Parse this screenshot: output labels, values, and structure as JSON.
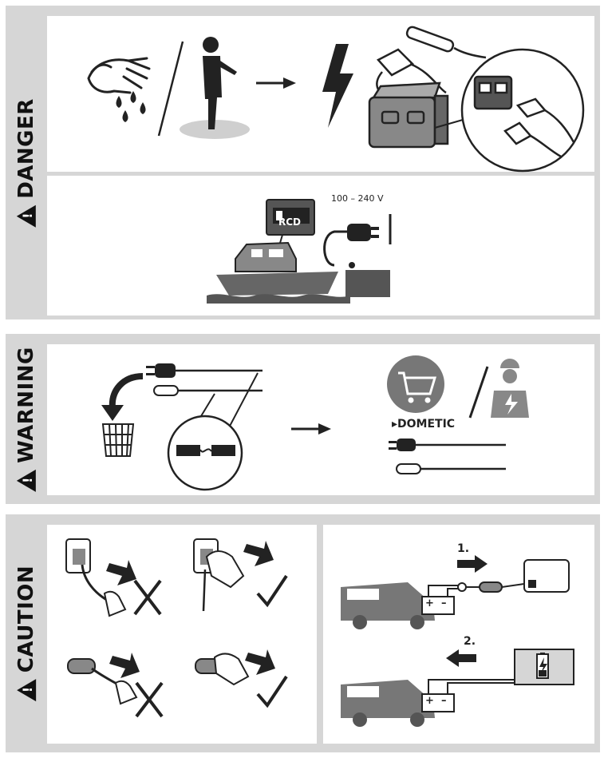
{
  "sections": {
    "danger": {
      "label": "DANGER"
    },
    "warning": {
      "label": "WARNING"
    },
    "caution": {
      "label": "CAUTION"
    }
  },
  "rcd": {
    "label": "RCD",
    "voltage": "100 – 240 V"
  },
  "brand": {
    "name": "DOMETIC"
  },
  "steps": {
    "step1": "1.",
    "step2": "2."
  },
  "battery": {
    "plus": "+",
    "minus": "–"
  },
  "colors": {
    "band": "#d6d6d6",
    "ink": "#222222",
    "mid": "#7a7a7a",
    "light": "#b8b8b8"
  }
}
